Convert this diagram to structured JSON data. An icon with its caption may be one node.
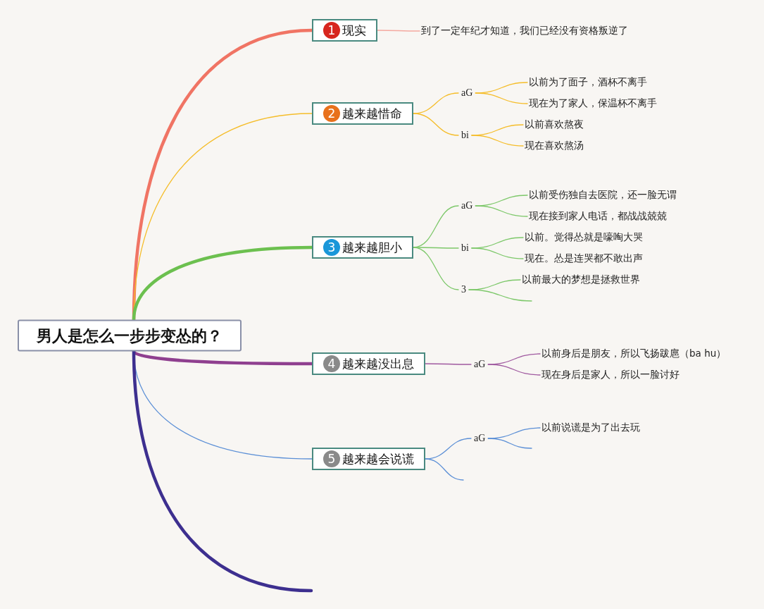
{
  "diagram": {
    "nodes": [
      {
        "text": [
          "男人是怎么一步步变怂的？"
        ]
      },
      {
        "text": [
          "1",
          "现实"
        ]
      },
      {
        "text": [
          "到了一定年纪才知道，我们已经没有资格叛逆了"
        ]
      },
      {
        "text": [
          "2",
          "越来越惜命"
        ]
      },
      {
        "text": [
          "aG"
        ]
      },
      {
        "text": [
          "以前为了面子，酒杯不离手"
        ]
      },
      {
        "text": [
          "现在为了家人，保温杯不离手"
        ]
      },
      {
        "text": [
          "bi"
        ]
      },
      {
        "text": [
          "以前喜欢熬夜"
        ]
      },
      {
        "text": [
          "现在喜欢熬汤"
        ]
      },
      {
        "text": [
          "3",
          "越来越胆小"
        ]
      },
      {
        "text": [
          "aG"
        ]
      },
      {
        "text": [
          "以前受伤独自去医院，还一脸无谓"
        ]
      },
      {
        "text": [
          "现在接到家人电话，都战战兢兢"
        ]
      },
      {
        "text": [
          "bi"
        ]
      },
      {
        "text": [
          "以前。觉得怂就是嚎啕大哭"
        ]
      },
      {
        "text": [
          "现在。怂是连哭都不敢出声"
        ]
      },
      {
        "text": [
          "3"
        ]
      },
      {
        "text": [
          "以前最大的梦想是拯救世界"
        ]
      },
      {
        "text": [
          "4",
          "越来越没出息"
        ]
      },
      {
        "text": [
          "aG"
        ]
      },
      {
        "text": [
          "以前身后是朋友，所以飞扬跋扈（ba hu）"
        ]
      },
      {
        "text": [
          "现在身后是家人，所以一脸讨好"
        ]
      },
      {
        "text": [
          "5",
          "越来越会说谎"
        ]
      },
      {
        "text": [
          "aG"
        ]
      },
      {
        "text": [
          "以前说谎是为了出去玩"
        ]
      }
    ],
    "edges": [
      {
        "from": 0,
        "to": 1,
        "arrow": "none",
        "style": "thick",
        "color": "#f07464"
      },
      {
        "from": 1,
        "to": 2,
        "arrow": "none",
        "color": "#f4a9a0"
      },
      {
        "from": 0,
        "to": 3,
        "arrow": "none",
        "color": "#f5bd2a"
      },
      {
        "from": 3,
        "to": 4,
        "arrow": "none",
        "color": "#f5bd2a"
      },
      {
        "from": 3,
        "to": 7,
        "arrow": "none",
        "color": "#f5bd2a"
      },
      {
        "from": 4,
        "to": 5,
        "arrow": "none",
        "color": "#f5bd2a"
      },
      {
        "from": 4,
        "to": 6,
        "arrow": "none",
        "color": "#f5bd2a"
      },
      {
        "from": 7,
        "to": 8,
        "arrow": "none",
        "color": "#f5bd2a"
      },
      {
        "from": 7,
        "to": 9,
        "arrow": "none",
        "color": "#f5bd2a"
      },
      {
        "from": 0,
        "to": 10,
        "arrow": "none",
        "style": "thick",
        "color": "#6cc04f"
      },
      {
        "from": 10,
        "to": 11,
        "arrow": "none",
        "color": "#7dc86a"
      },
      {
        "from": 10,
        "to": 14,
        "arrow": "none",
        "color": "#7dc86a"
      },
      {
        "from": 10,
        "to": 17,
        "arrow": "none",
        "color": "#7dc86a"
      },
      {
        "from": 11,
        "to": 12,
        "arrow": "none",
        "color": "#7dc86a"
      },
      {
        "from": 11,
        "to": 13,
        "arrow": "none",
        "color": "#7dc86a"
      },
      {
        "from": 14,
        "to": 15,
        "arrow": "none",
        "color": "#7dc86a"
      },
      {
        "from": 14,
        "to": 16,
        "arrow": "none",
        "color": "#7dc86a"
      },
      {
        "from": 17,
        "to": 18,
        "arrow": "none",
        "color": "#7dc86a"
      },
      {
        "from": 17,
        "to": null,
        "arrow": "none",
        "color": "#7dc86a"
      },
      {
        "from": 0,
        "to": 19,
        "arrow": "none",
        "style": "thick",
        "color": "#8f3f8f"
      },
      {
        "from": 19,
        "to": 20,
        "arrow": "none",
        "color": "#a05aa0"
      },
      {
        "from": 20,
        "to": 21,
        "arrow": "none",
        "color": "#a05aa0"
      },
      {
        "from": 20,
        "to": 22,
        "arrow": "none",
        "color": "#a05aa0"
      },
      {
        "from": 0,
        "to": 23,
        "arrow": "none",
        "color": "#5b8fd6"
      },
      {
        "from": 23,
        "to": 24,
        "arrow": "none",
        "color": "#5b8fd6"
      },
      {
        "from": 23,
        "to": null,
        "arrow": "none",
        "color": "#5b8fd6"
      },
      {
        "from": 24,
        "to": 25,
        "arrow": "none",
        "color": "#5b8fd6"
      },
      {
        "from": 24,
        "to": null,
        "arrow": "none",
        "color": "#5b8fd6"
      },
      {
        "from": 0,
        "to": null,
        "arrow": "none",
        "style": "thick",
        "color": "#3d2f8f"
      }
    ]
  }
}
